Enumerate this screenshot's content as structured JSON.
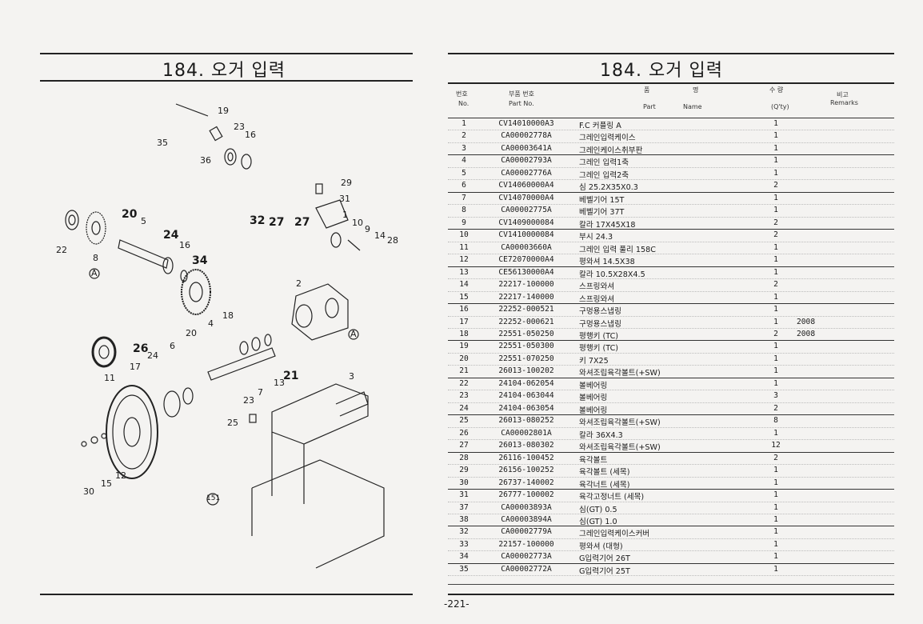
{
  "page_title": "184. 오거 입력",
  "page_number": "-221-",
  "header": {
    "no_kr": "번호",
    "no_en": "No.",
    "part_kr": "부품 번호",
    "part_en": "Part  No.",
    "name_kr_1": "품",
    "name_kr_2": "명",
    "name_en_1": "Part",
    "name_en_2": "Name",
    "qty_kr": "수 량",
    "qty_en": "(Q'ty)",
    "remarks_kr": "비고",
    "remarks_en": "Remarks"
  },
  "rows": [
    {
      "no": "1",
      "part": "CV14010000A3",
      "name": "F.C 커플링 A",
      "qty": "1",
      "remarks": ""
    },
    {
      "no": "2",
      "part": "CA00002778A",
      "name": "그레인입력케이스",
      "qty": "1",
      "remarks": ""
    },
    {
      "no": "3",
      "part": "CA00003641A",
      "name": "그레인케이스취부판",
      "qty": "1",
      "remarks": ""
    },
    {
      "no": "4",
      "part": "CA00002793A",
      "name": "그레인 입력1축",
      "qty": "1",
      "remarks": ""
    },
    {
      "no": "5",
      "part": "CA00002776A",
      "name": "그레인 입력2축",
      "qty": "1",
      "remarks": ""
    },
    {
      "no": "6",
      "part": "CV14060000A4",
      "name": "심 25.2X35X0.3",
      "qty": "2",
      "remarks": ""
    },
    {
      "no": "7",
      "part": "CV14070000A4",
      "name": "베벨기어 15T",
      "qty": "1",
      "remarks": ""
    },
    {
      "no": "8",
      "part": "CA00002775A",
      "name": "베벨기어 37T",
      "qty": "1",
      "remarks": ""
    },
    {
      "no": "9",
      "part": "CV1409000084",
      "name": "칼라 17X45X18",
      "qty": "2",
      "remarks": ""
    },
    {
      "no": "10",
      "part": "CV1410000084",
      "name": "부시 24.3",
      "qty": "2",
      "remarks": ""
    },
    {
      "no": "11",
      "part": "CA00003660A",
      "name": "그레인 입력 풀리 158C",
      "qty": "1",
      "remarks": ""
    },
    {
      "no": "12",
      "part": "CE72070000A4",
      "name": "평와셔 14.5X38",
      "qty": "1",
      "remarks": ""
    },
    {
      "no": "13",
      "part": "CE56130000A4",
      "name": "칼라 10.5X28X4.5",
      "qty": "1",
      "remarks": ""
    },
    {
      "no": "14",
      "part": "22217-100000",
      "name": "스프링와셔",
      "qty": "2",
      "remarks": ""
    },
    {
      "no": "15",
      "part": "22217-140000",
      "name": "스프링와셔",
      "qty": "1",
      "remarks": ""
    },
    {
      "no": "16",
      "part": "22252-000521",
      "name": "구멍용스냅링",
      "qty": "1",
      "remarks": ""
    },
    {
      "no": "17",
      "part": "22252-000621",
      "name": "구멍용스냅링",
      "qty": "1",
      "remarks": "2008"
    },
    {
      "no": "18",
      "part": "22551-050250",
      "name": "평행키 (TC)",
      "qty": "2",
      "remarks": "2008"
    },
    {
      "no": "19",
      "part": "22551-050300",
      "name": "평행키 (TC)",
      "qty": "1",
      "remarks": ""
    },
    {
      "no": "20",
      "part": "22551-070250",
      "name": "키 7X25",
      "qty": "1",
      "remarks": ""
    },
    {
      "no": "21",
      "part": "26013-100202",
      "name": "와셔조립육각볼트(+SW)",
      "qty": "1",
      "remarks": ""
    },
    {
      "no": "22",
      "part": "24104-062054",
      "name": "볼베어링",
      "qty": "1",
      "remarks": ""
    },
    {
      "no": "23",
      "part": "24104-063044",
      "name": "볼베어링",
      "qty": "3",
      "remarks": ""
    },
    {
      "no": "24",
      "part": "24104-063054",
      "name": "볼베어링",
      "qty": "2",
      "remarks": ""
    },
    {
      "no": "25",
      "part": "26013-080252",
      "name": "와셔조립육각볼트(+SW)",
      "qty": "8",
      "remarks": ""
    },
    {
      "no": "26",
      "part": "CA00002801A",
      "name": "칼라 36X4.3",
      "qty": "1",
      "remarks": ""
    },
    {
      "no": "27",
      "part": "26013-080302",
      "name": "와셔조립육각볼트(+SW)",
      "qty": "12",
      "remarks": ""
    },
    {
      "no": "28",
      "part": "26116-100452",
      "name": "육각볼트",
      "qty": "2",
      "remarks": ""
    },
    {
      "no": "29",
      "part": "26156-100252",
      "name": "육각볼트 (세목)",
      "qty": "1",
      "remarks": ""
    },
    {
      "no": "30",
      "part": "26737-140002",
      "name": "육각너트 (세목)",
      "qty": "1",
      "remarks": ""
    },
    {
      "no": "31",
      "part": "26777-100002",
      "name": "육각고정너트 (세목)",
      "qty": "1",
      "remarks": ""
    },
    {
      "no": "37",
      "part": "CA00003893A",
      "name": "심(GT) 0.5",
      "qty": "1",
      "remarks": ""
    },
    {
      "no": "38",
      "part": "CA00003894A",
      "name": "심(GT) 1.0",
      "qty": "1",
      "remarks": ""
    },
    {
      "no": "32",
      "part": "CA00002779A",
      "name": "그레인입력케이스커버",
      "qty": "1",
      "remarks": ""
    },
    {
      "no": "33",
      "part": "22157-100000",
      "name": "평와셔 (대형)",
      "qty": "1",
      "remarks": ""
    },
    {
      "no": "34",
      "part": "CA00002773A",
      "name": "G입력기어 26T",
      "qty": "1",
      "remarks": ""
    },
    {
      "no": "35",
      "part": "CA00002772A",
      "name": "G입력기어 25T",
      "qty": "1",
      "remarks": ""
    }
  ],
  "diagram_callouts": [
    "19",
    "23",
    "16",
    "35",
    "36",
    "29",
    "31",
    "20",
    "5",
    "24",
    "16",
    "34",
    "32",
    "27",
    "27",
    "1",
    "10",
    "9",
    "14",
    "28",
    "22",
    "8",
    "A",
    "2",
    "18",
    "4",
    "20",
    "6",
    "26",
    "24",
    "17",
    "11",
    "3",
    "13",
    "7",
    "21",
    "23",
    "25",
    "15",
    "12",
    "30",
    "151",
    "A"
  ]
}
